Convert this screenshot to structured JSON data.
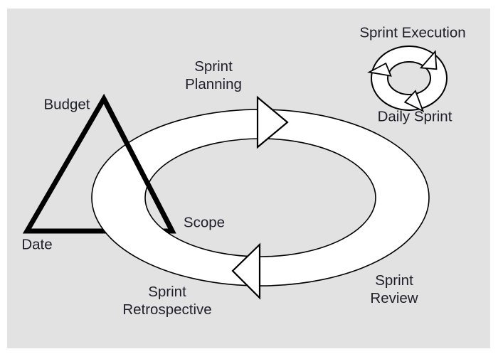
{
  "diagram": {
    "kind": "scrum-sprint-cycle",
    "triangle": {
      "labels": {
        "budget": "Budget",
        "date": "Date",
        "scope": "Scope"
      }
    },
    "cycle": {
      "sprint_planning": [
        "Sprint",
        "Planning"
      ],
      "sprint_review": [
        "Sprint",
        "Review"
      ],
      "sprint_retrospective": [
        "Sprint",
        "Retrospective"
      ]
    },
    "daily_cycle": {
      "sprint_execution": "Sprint Execution",
      "daily_sprint": "Daily Sprint"
    },
    "icons": {
      "daily_cycle_icon": "circular-arrows-cycle",
      "main_cycle_top_arrow": "arrowhead-right",
      "main_cycle_bottom_arrow": "arrowhead-left"
    },
    "colors": {
      "panel_background": "#e3e2e2",
      "shape_fill": "#ffffff",
      "line": "#000000",
      "text": "#1f1f2b"
    }
  }
}
